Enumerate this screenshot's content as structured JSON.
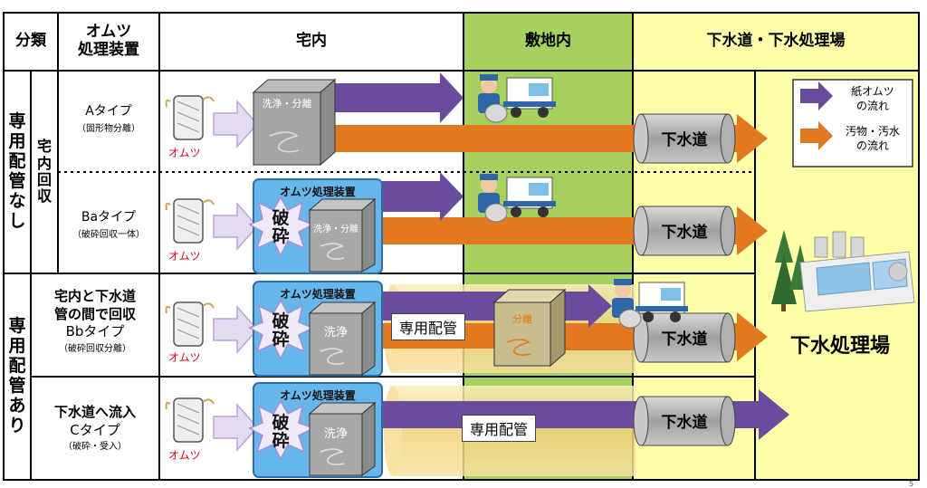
{
  "header": {
    "category": "分類",
    "device": "オムツ\n処理装置",
    "home": "宅内",
    "site": "敷地内",
    "sewer": "下水道・下水処理場"
  },
  "groups": {
    "no_pipe": [
      "専",
      "用",
      "配",
      "管",
      "な",
      "し"
    ],
    "in_home": [
      "宅",
      "内",
      "回",
      "収"
    ],
    "with_pipe": [
      "専",
      "用",
      "配",
      "管",
      "あ",
      "り"
    ]
  },
  "rows": [
    {
      "type": "Aタイプ",
      "sub": "（固形物分離）",
      "omutsu": "オムツ",
      "unit": "洗浄・分離",
      "sewer": "下水道"
    },
    {
      "type": "Baタイプ",
      "sub": "（破砕回収一体）",
      "omutsu": "オムツ",
      "machine": "オムツ処理装置",
      "crush": "破\n砕",
      "unit": "洗浄・分離",
      "sewer": "下水道"
    },
    {
      "title": "宅内と下水道\n管の間で回収",
      "type": "Bbタイプ",
      "sub": "（破砕回収分離）",
      "omutsu": "オムツ",
      "machine": "オムツ処理装置",
      "crush": "破\n砕",
      "unit": "洗浄",
      "pipe": "専用配管",
      "sep": "分離",
      "sewer": "下水道"
    },
    {
      "title": "下水道へ流入",
      "type": "Cタイプ",
      "sub": "（破砕・受入）",
      "omutsu": "オムツ",
      "machine": "オムツ処理装置",
      "crush": "破\n砕",
      "unit": "洗浄",
      "pipe": "専用配管",
      "sewer": "下水道"
    }
  ],
  "legend": {
    "paper": "紙オムツ\nの流れ",
    "waste": "汚物・汚水\nの流れ"
  },
  "plant": "下水処理場",
  "page_number": "5",
  "colors": {
    "purple": "#6a4c9c",
    "orange": "#e2781f",
    "site_green": "#a7d15f",
    "sewer_yellow": "#ffffaa",
    "machine_blue": "#67b6ec",
    "pipe_yellow": "#f4dc8f"
  }
}
